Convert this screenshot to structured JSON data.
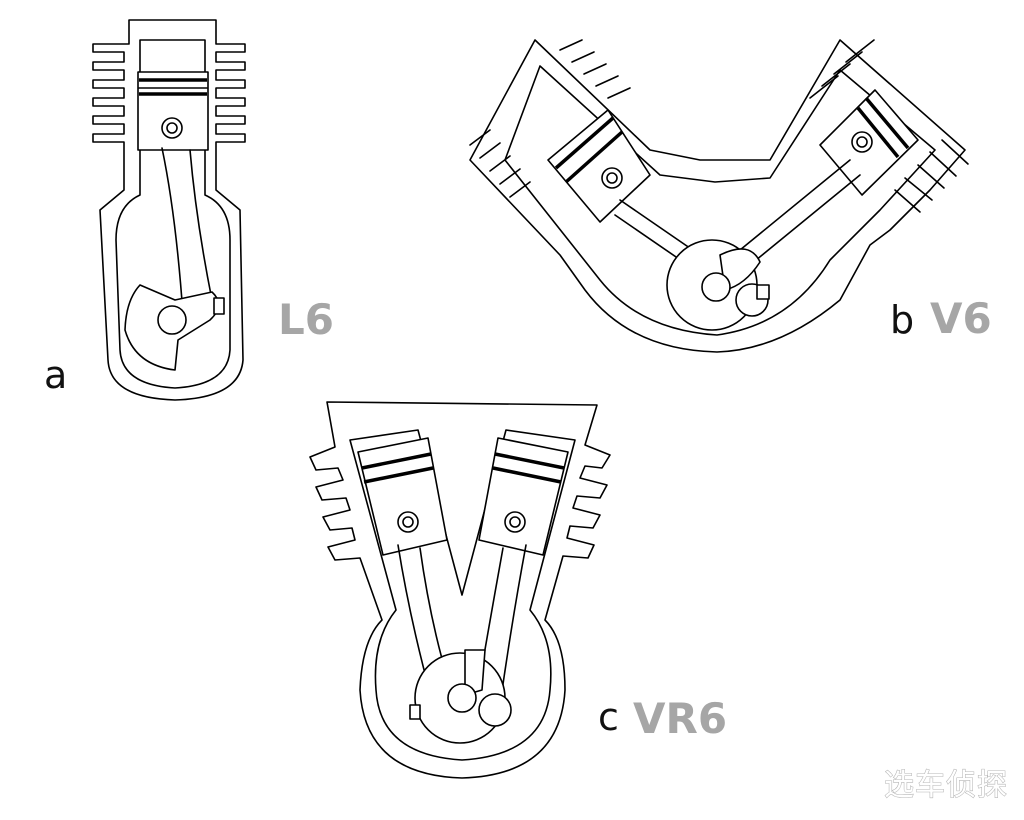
{
  "diagrams": [
    {
      "letter": "a",
      "engine": "L6"
    },
    {
      "letter": "b",
      "engine": "V6"
    },
    {
      "letter": "c",
      "engine": "VR6"
    }
  ],
  "colors": {
    "line": "#000000",
    "engine_label": "#a6a6a6",
    "letter": "#111111"
  },
  "watermark": "选车侦探"
}
